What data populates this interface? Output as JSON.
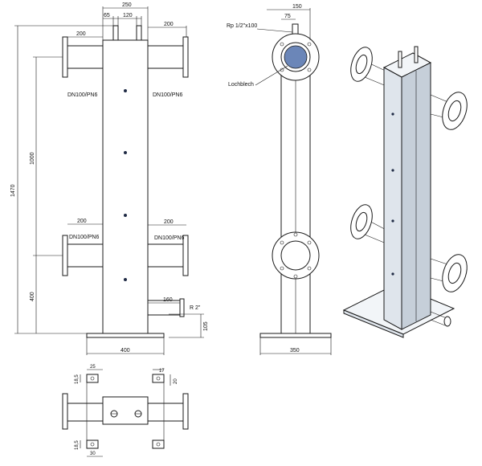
{
  "front_view": {
    "dim_width_total": "250",
    "dim_nozzle_offset": "65",
    "dim_nozzle_spacing": "120",
    "dim_left_top_pipe": "200",
    "dim_right_top_pipe": "200",
    "dim_left_bottom_pipe": "200",
    "dim_right_bottom_pipe": "200",
    "dim_height_total": "1470",
    "dim_pipe_spacing": "1000",
    "dim_bottom_pipe_height": "400",
    "dim_drain_length": "160",
    "drain_label": "R 2\"",
    "dim_foot_height": "105",
    "dim_base_width": "400",
    "flange_top_left": "DN100/PN6",
    "flange_top_right": "DN100/PN6",
    "flange_bottom_left": "DN100/PN6",
    "flange_bottom_right": "DN100/PN6"
  },
  "side_view": {
    "dim_top_width": "150",
    "dim_top_offset": "75",
    "nozzle_label": "Rp 1/2\"x100",
    "perforated_label": "Lochblech",
    "dim_base_width": "350"
  },
  "top_view": {
    "dim_left_offset": "25",
    "dim_left_small": "18,5",
    "dim_right_top": "17",
    "dim_right_side": "20",
    "dim_bottom_left": "18,5",
    "dim_bottom_small": "30"
  }
}
